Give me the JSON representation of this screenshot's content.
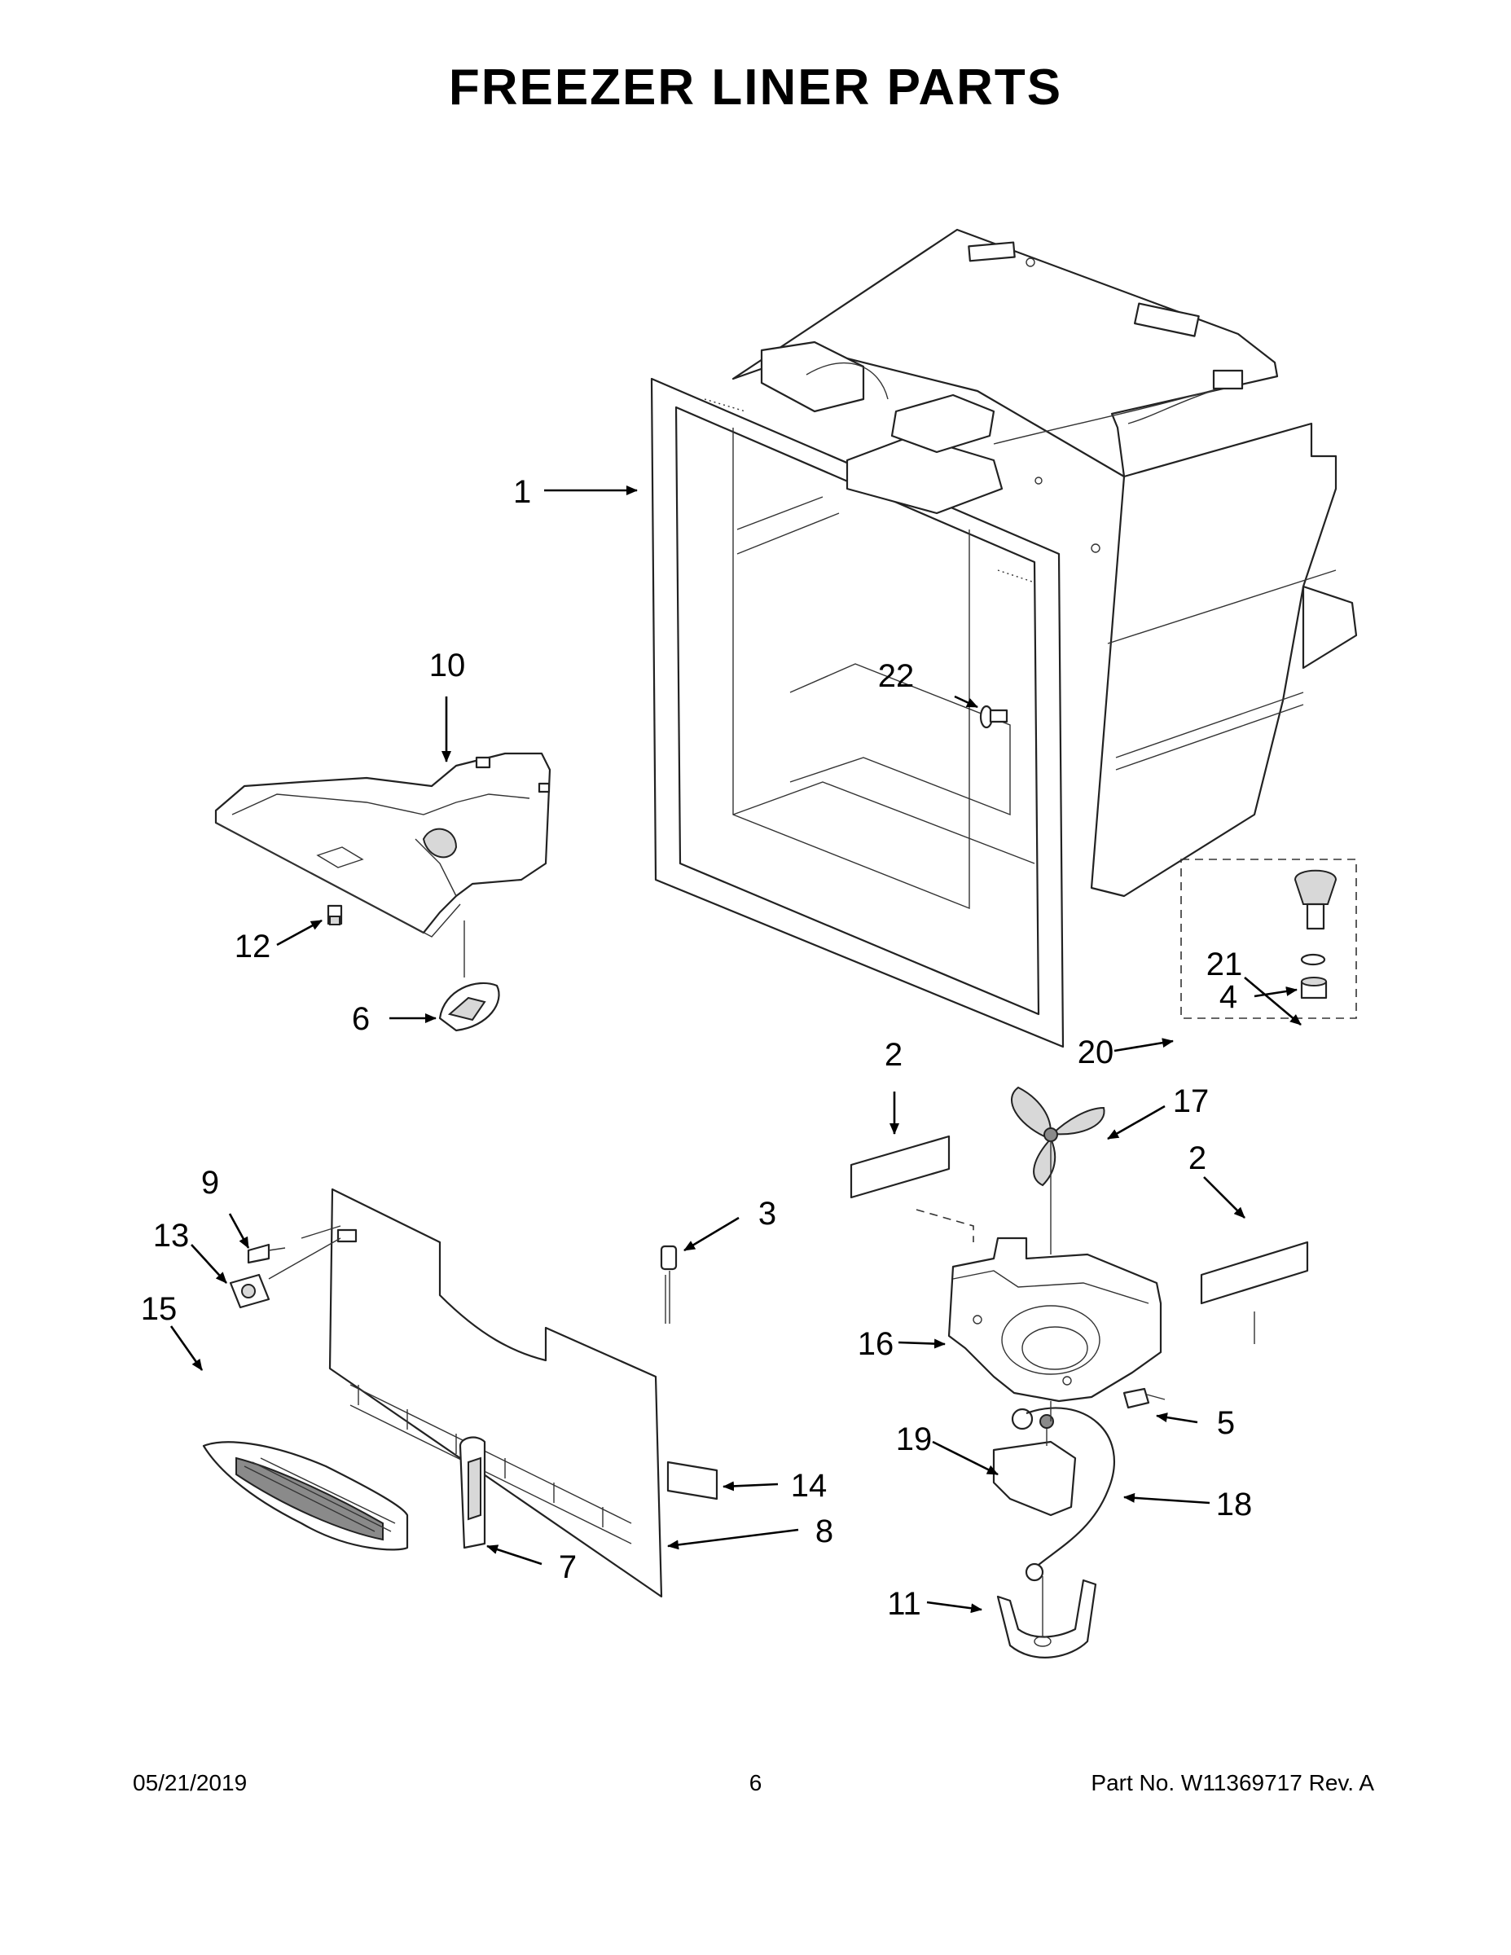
{
  "title": "FREEZER LINER PARTS",
  "footer": {
    "date": "05/21/2019",
    "page": "6",
    "part": "Part No.  W11369717  Rev.  A"
  },
  "callouts": {
    "c1": "1",
    "c2a": "2",
    "c2b": "2",
    "c3": "3",
    "c4": "4",
    "c5": "5",
    "c6": "6",
    "c7": "7",
    "c8": "8",
    "c9": "9",
    "c10": "10",
    "c11": "11",
    "c12": "12",
    "c13": "13",
    "c14": "14",
    "c15": "15",
    "c16": "16",
    "c17": "17",
    "c18": "18",
    "c19": "19",
    "c20": "20",
    "c21": "21",
    "c22": "22"
  }
}
